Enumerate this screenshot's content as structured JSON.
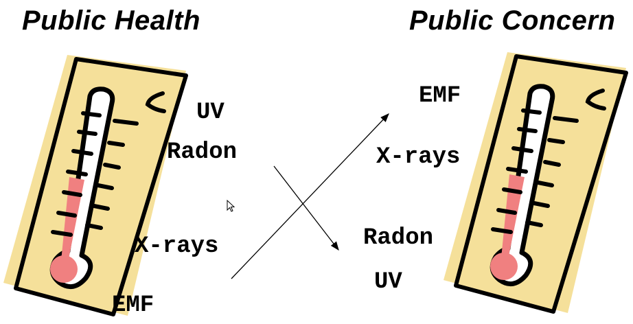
{
  "left_title": "Public Health",
  "right_title": "Public Concern",
  "left_items": [
    "UV",
    "Radon",
    "X-rays",
    "EMF"
  ],
  "right_items": [
    "EMF",
    "X-rays",
    "Radon",
    "UV"
  ],
  "colors": {
    "thermometer_back": "#f5e09a",
    "thermometer_fill": "#f08080",
    "outline": "#000000"
  },
  "icons": [
    "mouse-cursor-icon"
  ]
}
